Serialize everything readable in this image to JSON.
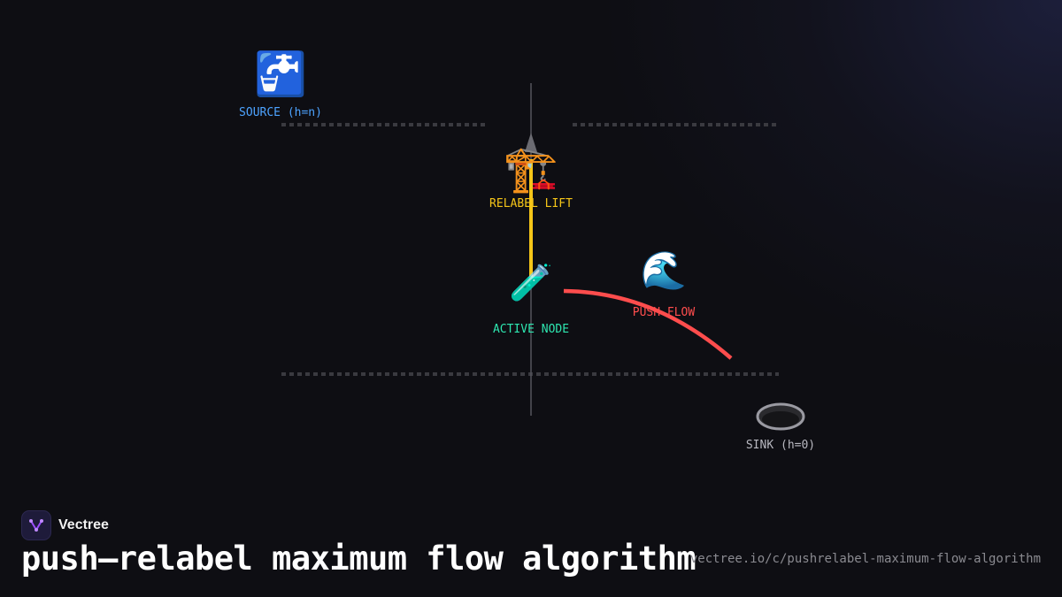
{
  "diagram": {
    "nodes": {
      "source": {
        "label": "SOURCE (h=n)",
        "icon": "faucet-icon",
        "glyph": "🚰",
        "color": "#4da3ff"
      },
      "relabel": {
        "label": "RELABEL LIFT",
        "icon": "crane-icon",
        "glyph": "🏗️",
        "color": "#f5c518"
      },
      "active": {
        "label": "ACTIVE NODE",
        "icon": "test-tube-icon",
        "glyph": "🧪",
        "color": "#2ee6b0"
      },
      "push": {
        "label": "PUSH FLOW",
        "icon": "wave-icon",
        "glyph": "🌊",
        "color": "#ff4d4d"
      },
      "sink": {
        "label": "SINK (h=0)",
        "icon": "drain-icon",
        "color": "#b8b8c0"
      }
    },
    "colors": {
      "height_line": "#f5c518",
      "push_arc": "#ff4d4d",
      "dotted_level": "#3a3a40",
      "axis": "#55555c"
    }
  },
  "brand": {
    "name": "Vectree",
    "logo_icon": "vectree-logo-icon",
    "accent": "#9b4dff"
  },
  "title": "push–relabel maximum flow algorithm",
  "url": "vectree.io/c/pushrelabel-maximum-flow-algorithm"
}
